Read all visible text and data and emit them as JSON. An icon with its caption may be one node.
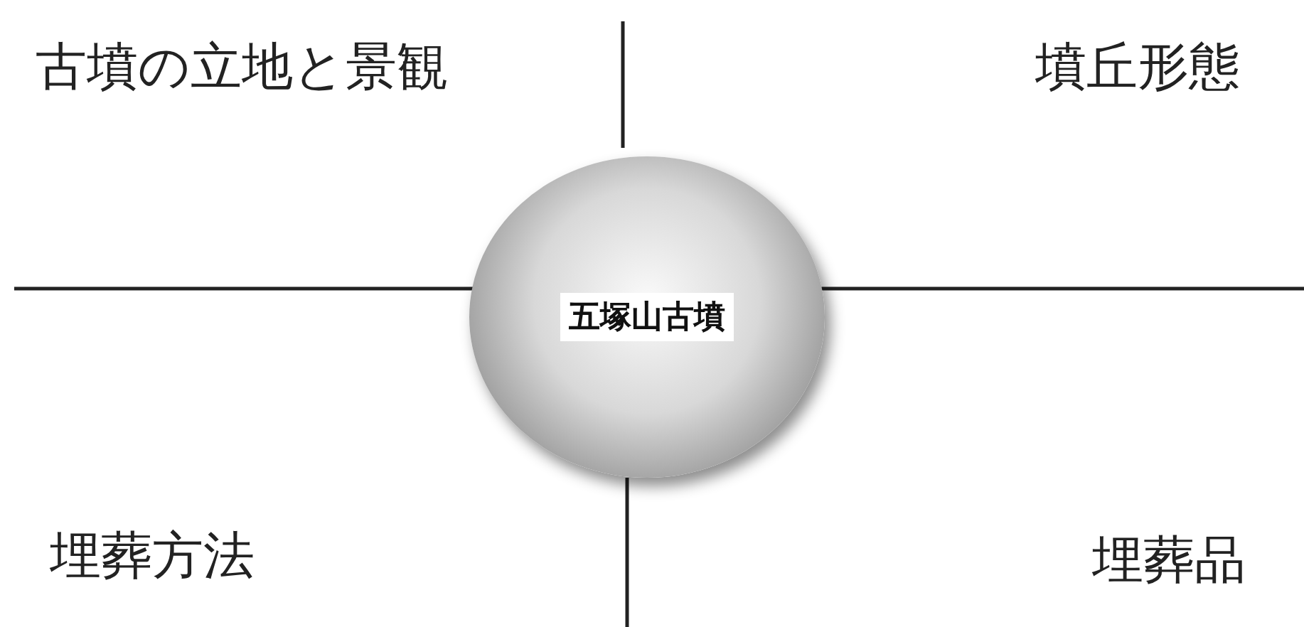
{
  "diagram": {
    "nodes": [
      {
        "text": [
          "五塚山古墳"
        ]
      }
    ],
    "labels": [
      "古墳の立地と景観",
      "墳丘形態",
      "埋葬方法",
      "埋葬品"
    ]
  }
}
